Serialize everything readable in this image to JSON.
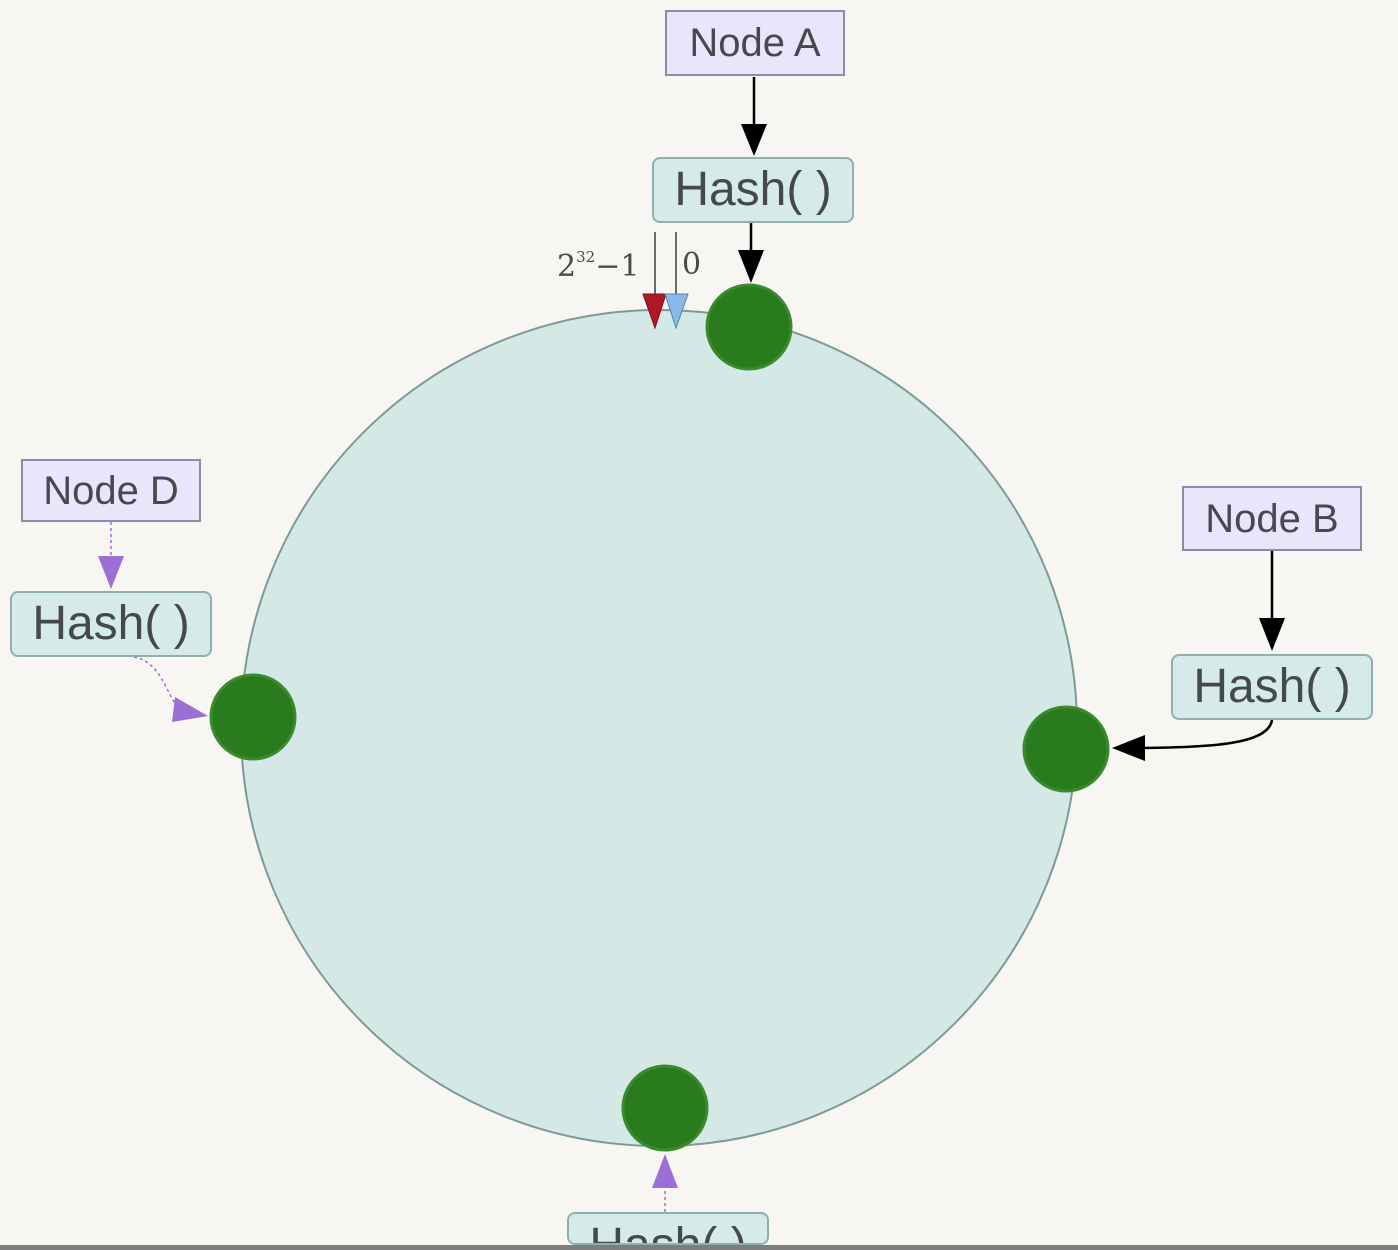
{
  "nodes": {
    "a_label": "Node A",
    "b_label": "Node B",
    "d_label": "Node D"
  },
  "hash_label": "Hash( )",
  "ring": {
    "end_base": "2",
    "end_exp": "32",
    "end_suffix": "−1",
    "start_label": "0"
  },
  "colors": {
    "ring_fill": "#d4e8e6",
    "ring_stroke": "#7f9a96",
    "position_dot": "#2a7a1e",
    "arrow_solid": "#000000",
    "arrow_dashed": "#9b6fd4",
    "ring_end_marker": "#b0182a",
    "ring_start_marker": "#8ab8e8"
  }
}
